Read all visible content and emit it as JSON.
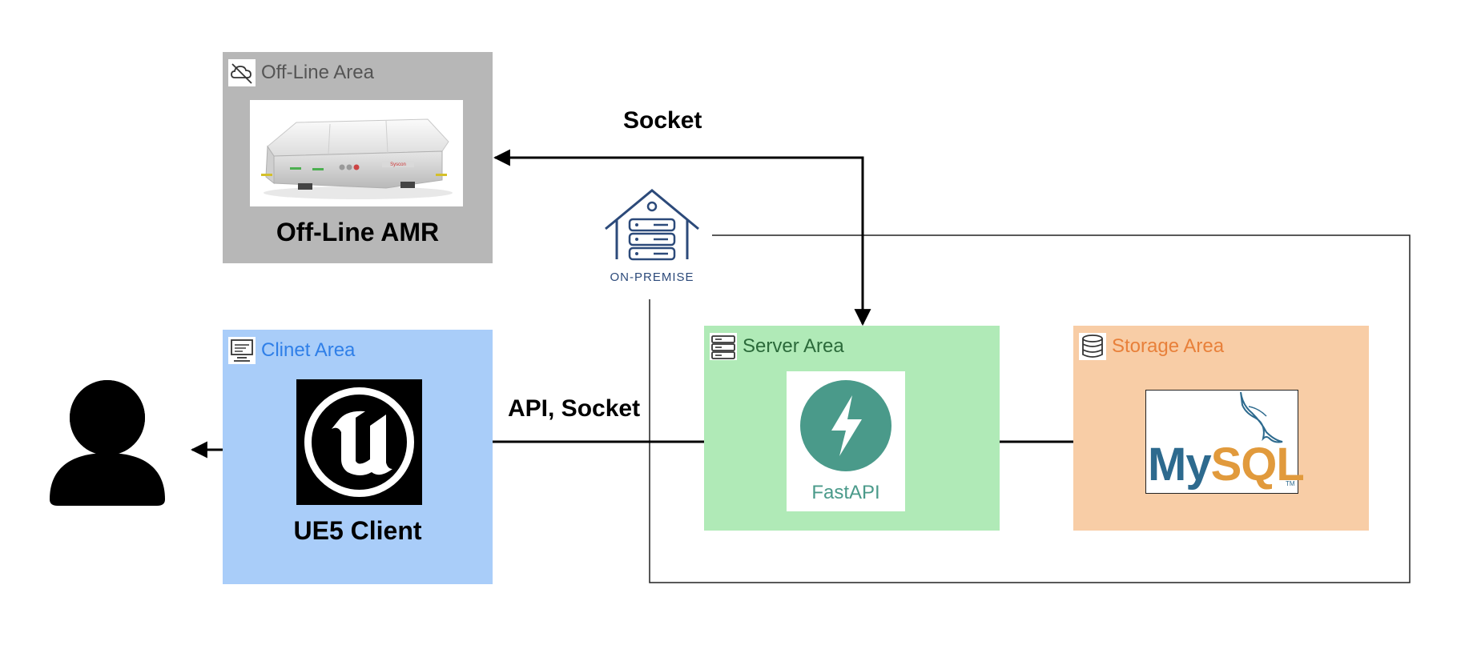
{
  "offline_area": {
    "title": "Off-Line Area",
    "caption": "Off-Line AMR",
    "robot_brand": "Syscon"
  },
  "client_area": {
    "title": "Clinet Area",
    "caption": "UE5 Client"
  },
  "server_area": {
    "title": "Server Area",
    "logo_text": "FastAPI"
  },
  "storage_area": {
    "title": "Storage Area",
    "logo_text_my": "My",
    "logo_text_sql": "SQL",
    "logo_tm": "TM"
  },
  "on_premise": {
    "label": "ON-PREMISE"
  },
  "edges": {
    "socket_label": "Socket",
    "api_label": "API, Socket"
  },
  "colors": {
    "offline_bg": "#b7b7b7",
    "client_bg": "#a9cdf9",
    "server_bg": "#b0eab7",
    "storage_bg": "#f8cda6",
    "client_title": "#2f7fe8",
    "server_title": "#2b6a3a",
    "storage_title": "#e8803a",
    "offline_title": "#555555",
    "fastapi": "#4a9a8a",
    "mysql_blue": "#2d6a8e",
    "mysql_orange": "#e19a3c",
    "premise": "#2c4a7a"
  }
}
